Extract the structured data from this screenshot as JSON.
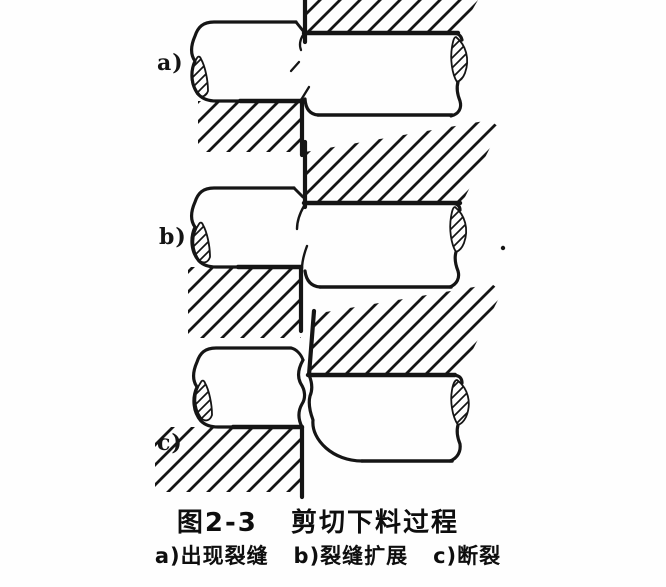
{
  "figure": {
    "caption": {
      "title": "图2-3   剪切下料过程",
      "legend": "a)出现裂缝   b)裂缝扩展   c)断裂"
    },
    "panels": [
      {
        "label": "a)"
      },
      {
        "label": "b)"
      },
      {
        "label": "c)"
      }
    ],
    "colors": {
      "ink": "#151515",
      "paper": "#fefefe"
    }
  }
}
